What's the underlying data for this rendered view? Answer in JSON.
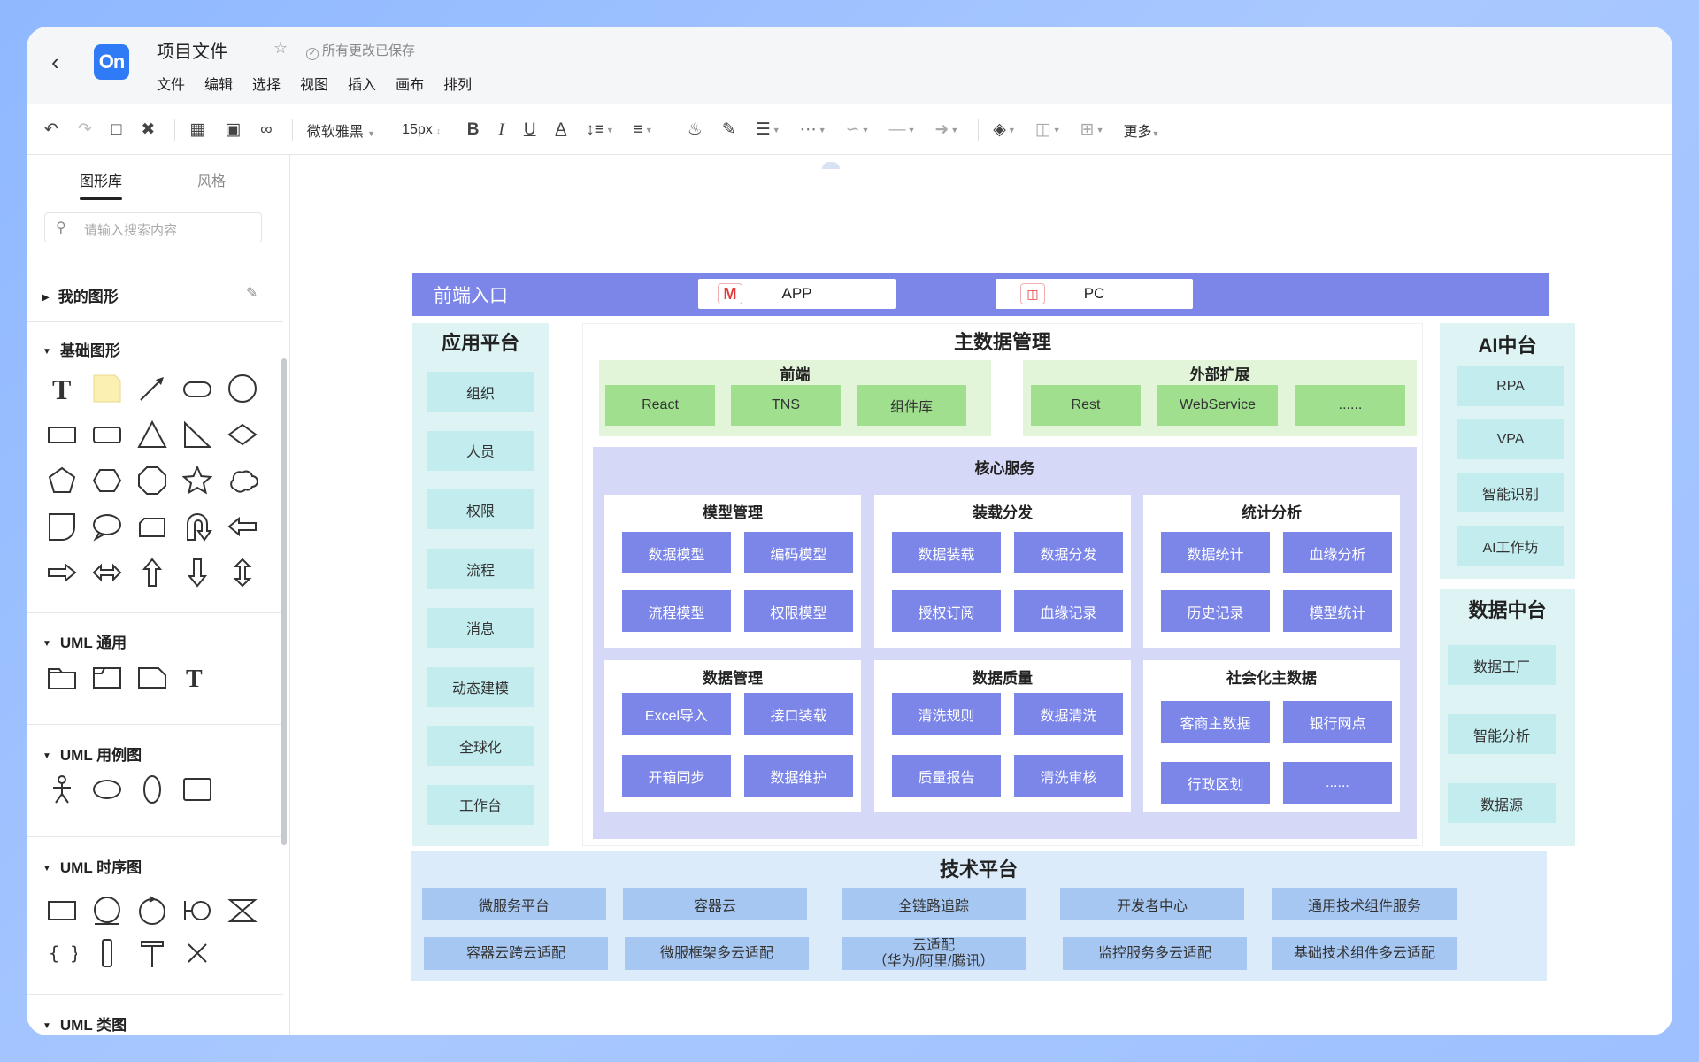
{
  "header": {
    "title": "项目文件",
    "saved_status": "所有更改已保存",
    "logo_text": "On",
    "menu": [
      "文件",
      "编辑",
      "选择",
      "视图",
      "插入",
      "画布",
      "排列"
    ]
  },
  "toolbar": {
    "font": "微软雅黑",
    "font_size": "15px",
    "more": "更多"
  },
  "sidebar": {
    "tab_active": "图形库",
    "tab_inactive": "风格",
    "search_placeholder": "请输入搜索内容",
    "my_shapes": "我的图形",
    "basic_shapes": "基础图形",
    "uml_general": "UML 通用",
    "uml_usecase": "UML 用例图",
    "uml_sequence": "UML 时序图",
    "uml_class": "UML 类图"
  },
  "diagram": {
    "frontend_title": "前端入口",
    "entry_app": "APP",
    "entry_pc": "PC",
    "app_platform": {
      "title": "应用平台",
      "items": [
        "组织",
        "人员",
        "权限",
        "流程",
        "消息",
        "动态建模",
        "全球化",
        "工作台"
      ]
    },
    "master": {
      "title": "主数据管理",
      "frontend": {
        "title": "前端",
        "items": [
          "React",
          "TNS",
          "组件库"
        ]
      },
      "external": {
        "title": "外部扩展",
        "items": [
          "Rest",
          "WebService",
          "......"
        ]
      },
      "core": {
        "title": "核心服务",
        "groups": [
          {
            "title": "模型管理",
            "items": [
              "数据模型",
              "编码模型",
              "流程模型",
              "权限模型"
            ]
          },
          {
            "title": "装载分发",
            "items": [
              "数据装载",
              "数据分发",
              "授权订阅",
              "血缘记录"
            ]
          },
          {
            "title": "统计分析",
            "items": [
              "数据统计",
              "血缘分析",
              "历史记录",
              "模型统计"
            ]
          },
          {
            "title": "数据管理",
            "items": [
              "Excel导入",
              "接口装载",
              "开箱同步",
              "数据维护"
            ]
          },
          {
            "title": "数据质量",
            "items": [
              "清洗规则",
              "数据清洗",
              "质量报告",
              "清洗审核"
            ]
          },
          {
            "title": "社会化主数据",
            "items": [
              "客商主数据",
              "银行网点",
              "行政区划",
              "......"
            ]
          }
        ]
      }
    },
    "ai": {
      "title": "AI中台",
      "items": [
        "RPA",
        "VPA",
        "智能识别",
        "AI工作坊"
      ]
    },
    "data": {
      "title": "数据中台",
      "items": [
        "数据工厂",
        "智能分析",
        "数据源"
      ]
    },
    "tech": {
      "title": "技术平台",
      "row1": [
        "微服务平台",
        "容器云",
        "全链路追踪",
        "开发者中心",
        "通用技术组件服务"
      ],
      "row2": [
        "容器云跨云适配",
        "微服框架多云适配",
        "云适配\n（华为/阿里/腾讯）",
        "监控服务多云适配",
        "基础技术组件多云适配"
      ]
    }
  }
}
